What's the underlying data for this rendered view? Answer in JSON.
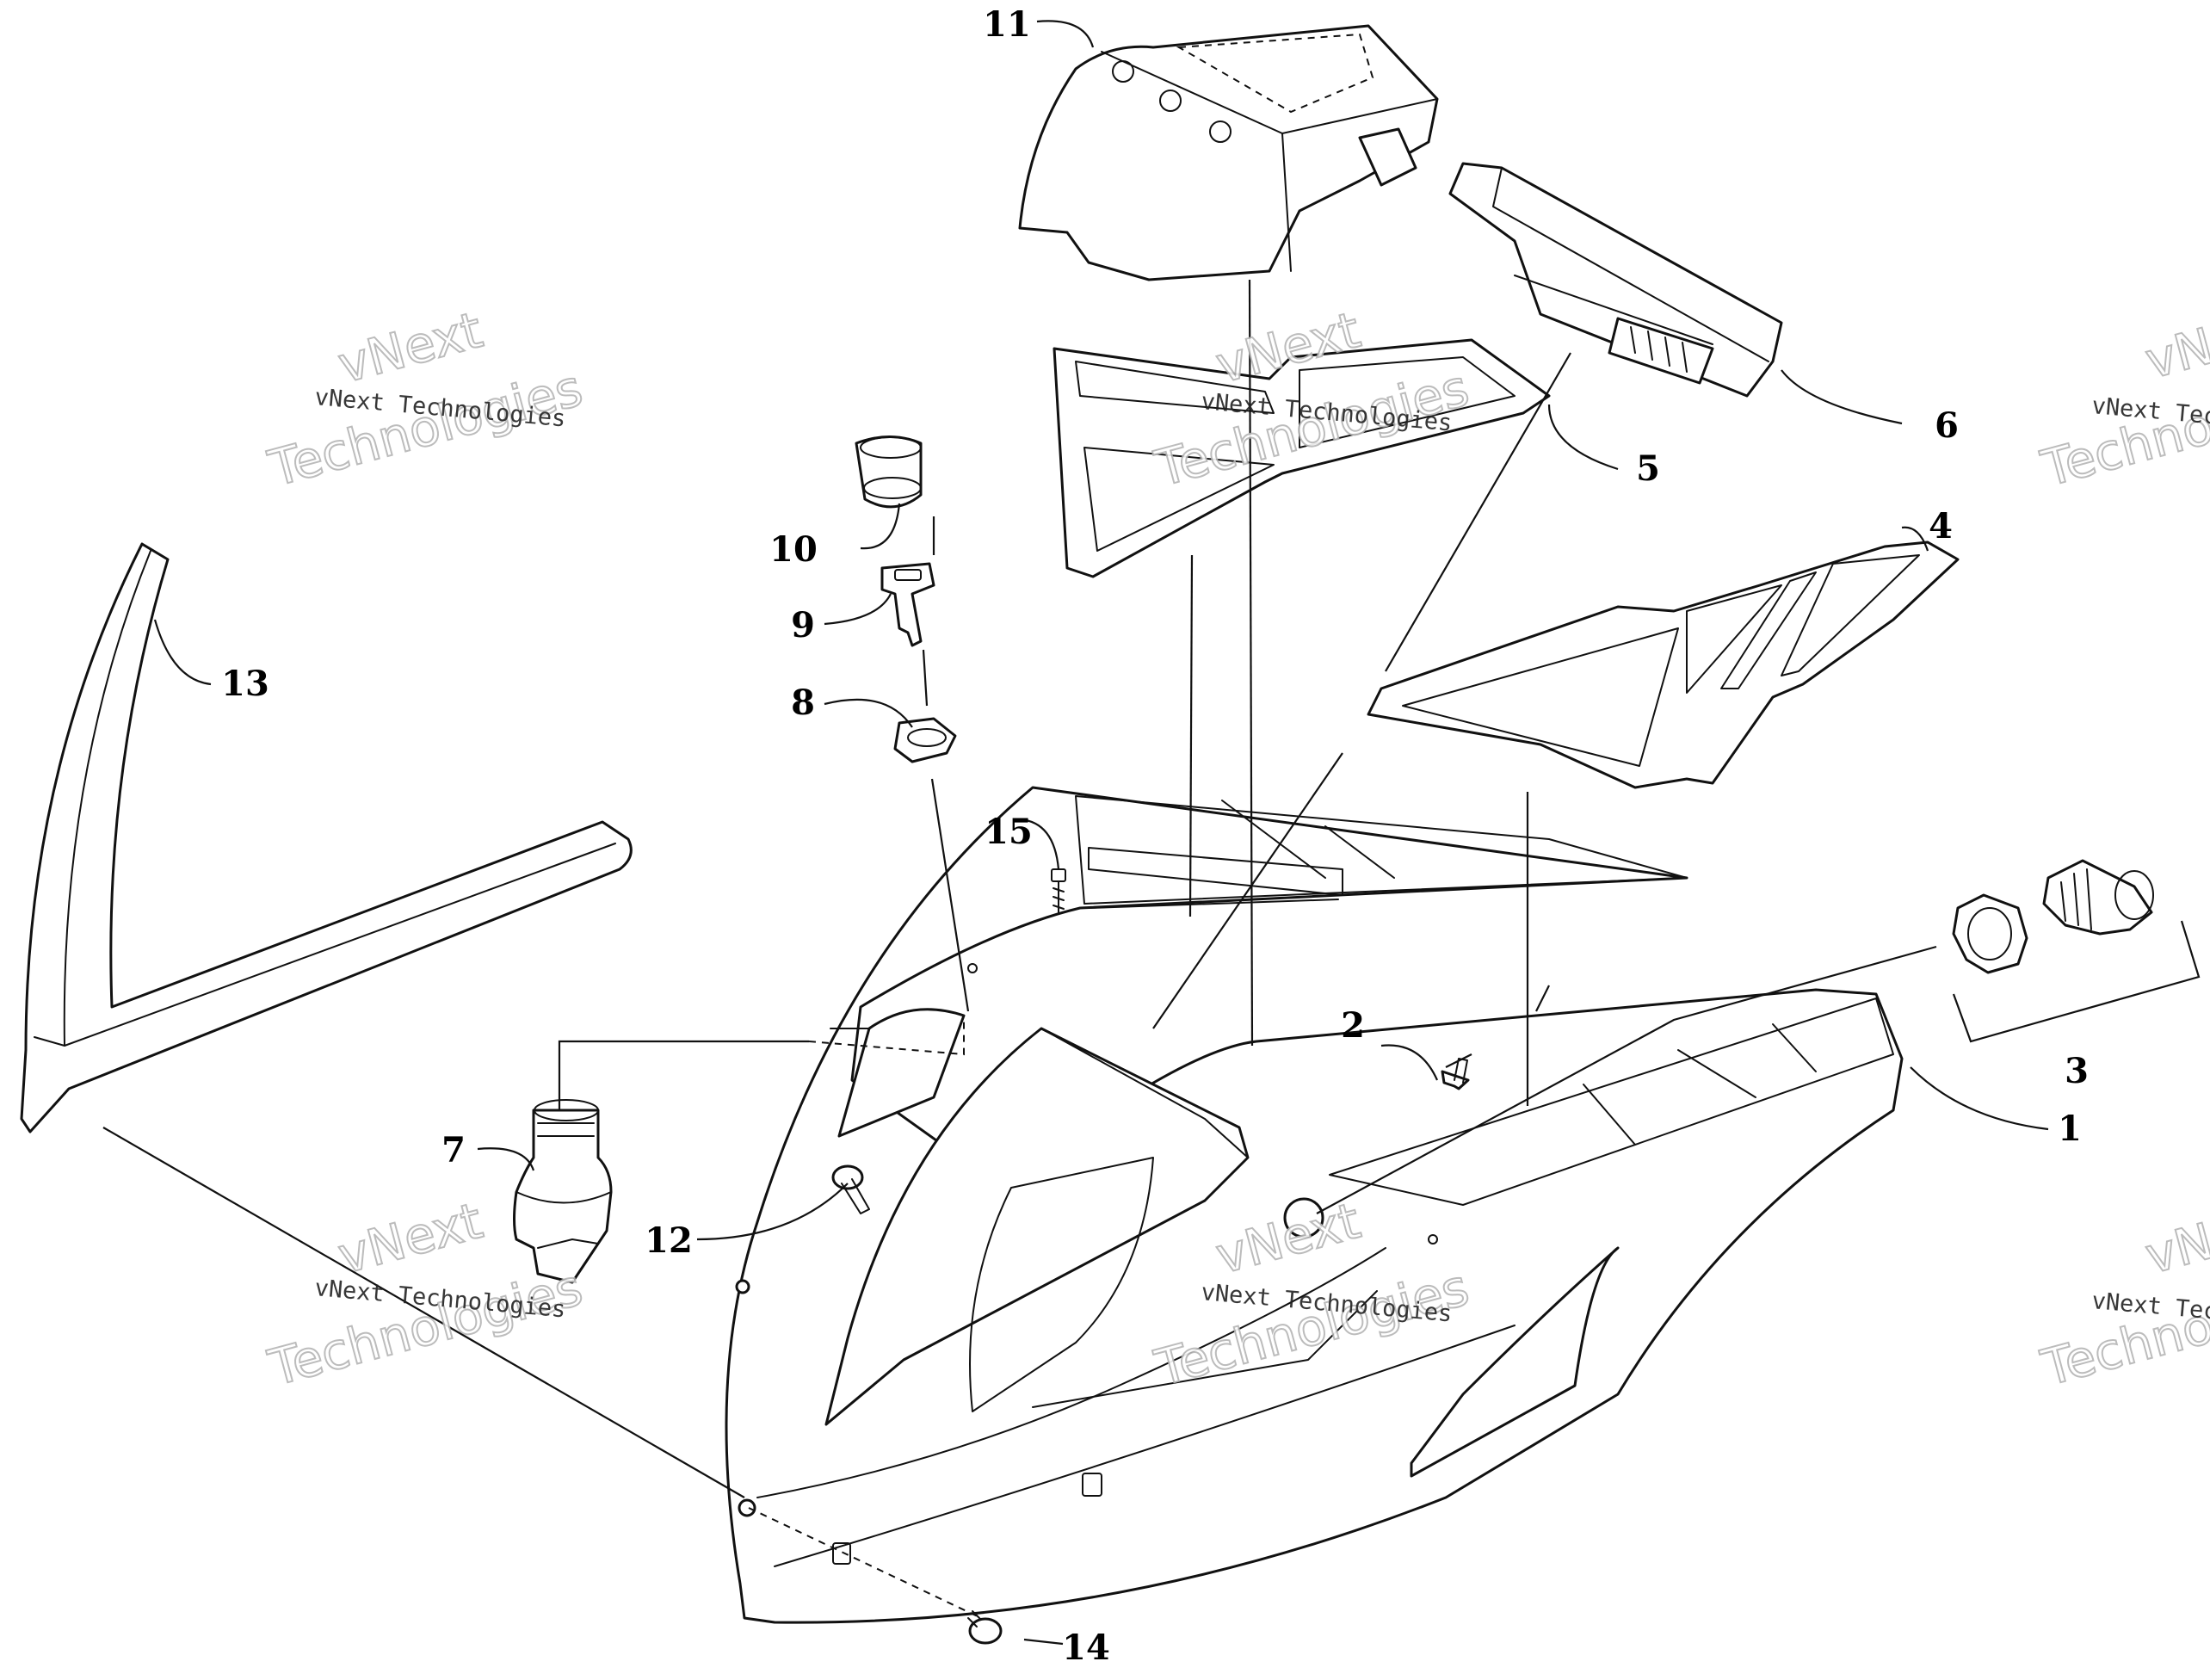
{
  "watermark": {
    "line1": "vNext Technologies",
    "word1": "vNext",
    "word2": "Technologies"
  },
  "callouts": {
    "c1": "1",
    "c2": "2",
    "c3": "3",
    "c4": "4",
    "c5": "5",
    "c6": "6",
    "c7": "7",
    "c8": "8",
    "c9": "9",
    "c10": "10",
    "c11": "11",
    "c12": "12",
    "c13": "13",
    "c14": "14",
    "c15": "15"
  },
  "colors": {
    "ink": "#111111",
    "background": "#ffffff",
    "watermark_outline": "#b5b5b5"
  }
}
